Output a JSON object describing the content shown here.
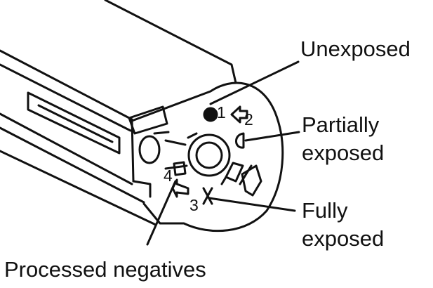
{
  "labels": {
    "unexposed": "Unexposed",
    "partially_line1": "Partially",
    "partially_line2": "exposed",
    "fully_line1": "Fully",
    "fully_line2": "exposed",
    "processed": "Processed negatives"
  },
  "indicator_numbers": {
    "n1": "1",
    "n2": "2",
    "n3": "3",
    "n4": "4"
  },
  "icons": {
    "unexposed": "filled-circle-icon",
    "partially_exposed": "half-circle-icon",
    "fully_exposed": "cross-icon",
    "processed": "square-icon"
  },
  "colors": {
    "ink": "#111111",
    "background": "#ffffff"
  }
}
